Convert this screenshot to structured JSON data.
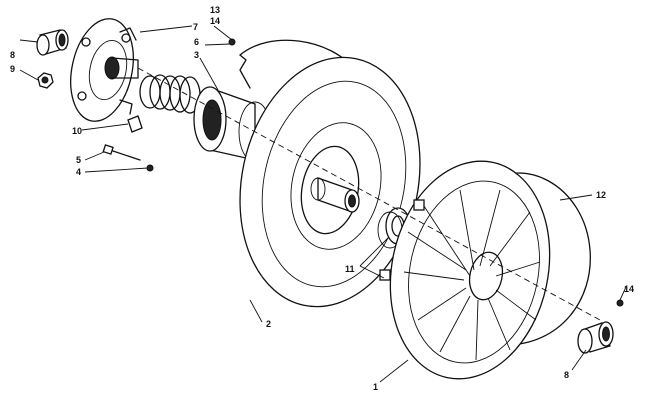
{
  "diagram": {
    "callouts": {
      "c1": "1",
      "c2": "2",
      "c3": "3",
      "c4": "4",
      "c5": "5",
      "c6": "6",
      "c7": "7",
      "c8a": "8",
      "c8b": "8",
      "c9": "9",
      "c10": "10",
      "c11": "11",
      "c12": "12",
      "c13": "13",
      "c14a": "14",
      "c14b": "14"
    }
  }
}
